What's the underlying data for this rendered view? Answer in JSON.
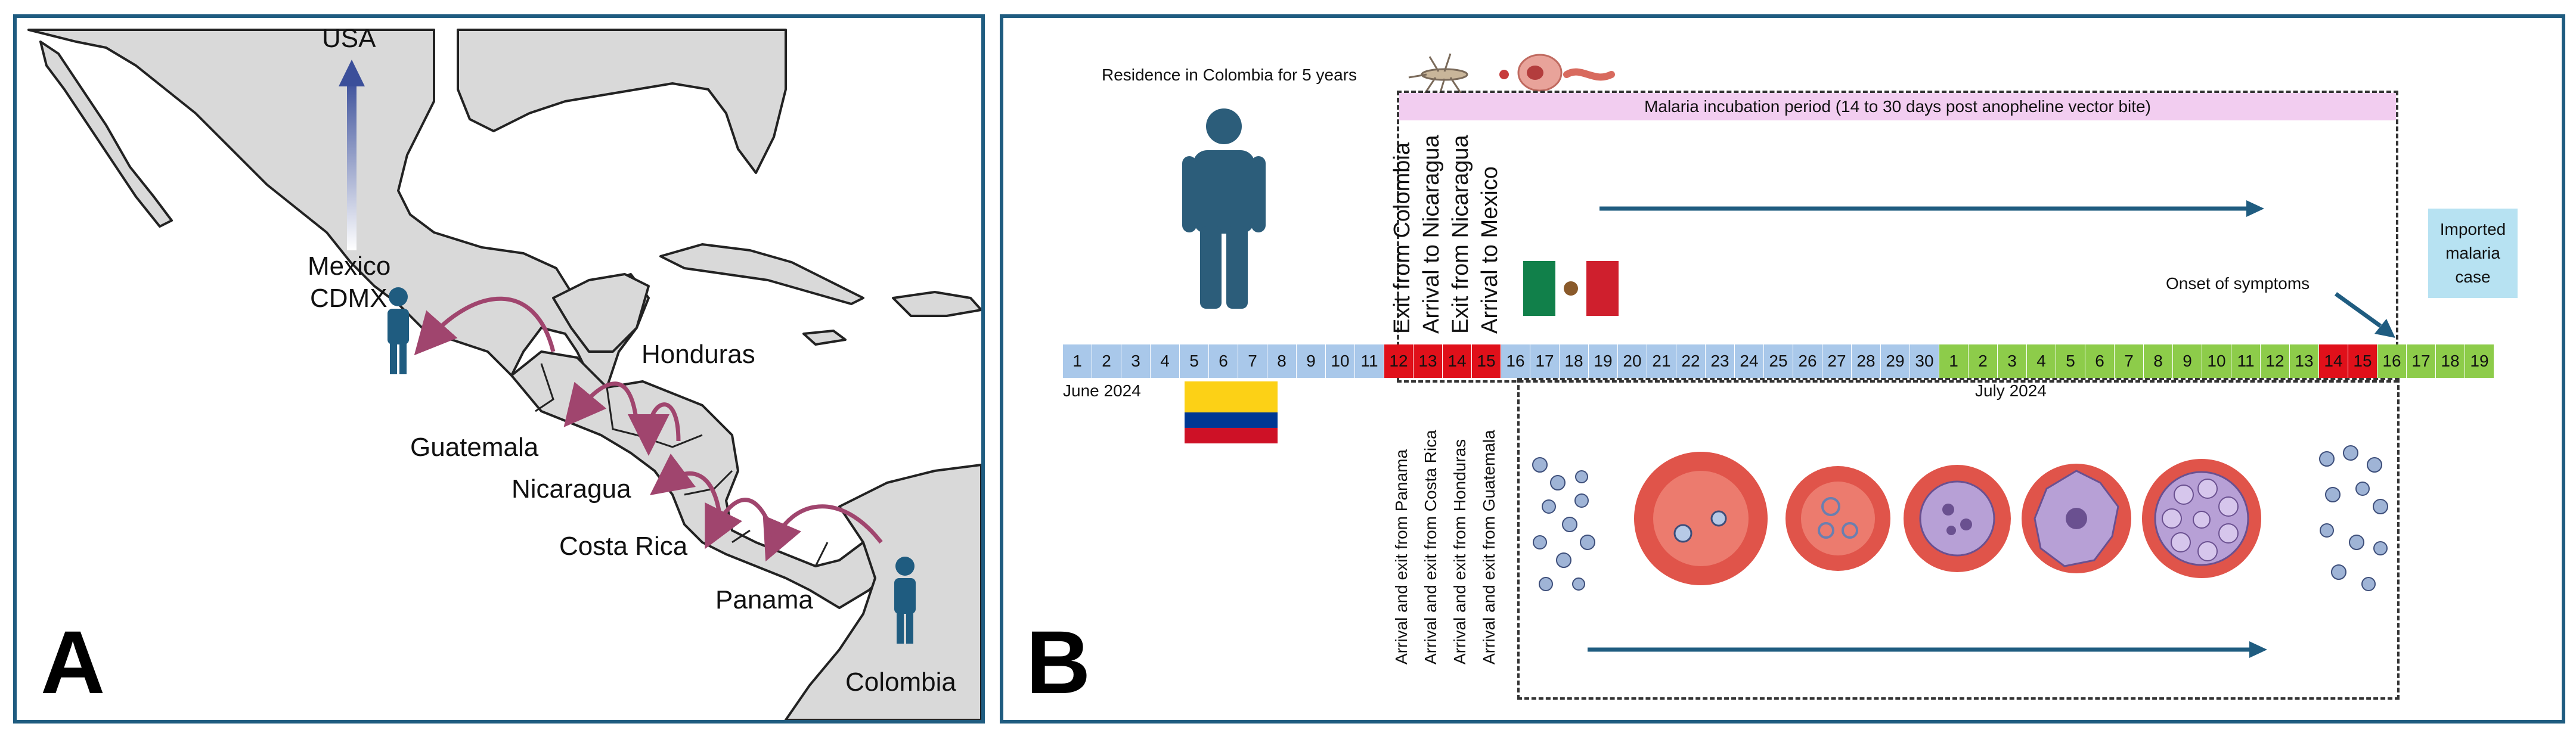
{
  "panel_a": {
    "letter": "A",
    "labels": {
      "usa": "USA",
      "mexico": "Mexico",
      "cdmx": "CDMX",
      "honduras": "Honduras",
      "guatemala": "Guatemala",
      "nicaragua": "Nicaragua",
      "costa_rica": "Costa Rica",
      "panama": "Panama",
      "colombia": "Colombia"
    }
  },
  "panel_b": {
    "letter": "B",
    "residence": "Residence in Colombia for 5 years",
    "incubation": "Malaria incubation period (14 to 30 days post anopheline vector bite)",
    "imported": [
      "Imported",
      "malaria",
      "case"
    ],
    "onset": "Onset of symptoms",
    "june_label": "June 2024",
    "july_label": "July 2024",
    "june_days": [
      "1",
      "2",
      "3",
      "4",
      "5",
      "6",
      "7",
      "8",
      "9",
      "10",
      "11",
      "12",
      "13",
      "14",
      "15",
      "16",
      "17",
      "18",
      "19",
      "20",
      "21",
      "22",
      "23",
      "24",
      "25",
      "26",
      "27",
      "28",
      "29",
      "30"
    ],
    "july_days": [
      "1",
      "2",
      "3",
      "4",
      "5",
      "6",
      "7",
      "8",
      "9",
      "10",
      "11",
      "12",
      "13",
      "14",
      "15",
      "16",
      "17",
      "18",
      "19"
    ],
    "events_top": [
      "Exit from Colombia",
      "Arrival to Nicaragua",
      "Exit from Nicaragua",
      "Arrival to Mexico"
    ],
    "events_bottom": [
      "Arrival and exit from Panama",
      "Arrival and exit from Costa Rica",
      "Arrival and exit from Honduras",
      "Arrival and exit from Guatemala"
    ],
    "colors": {
      "blue": "#a9c8ea",
      "red": "#e0101a",
      "green": "#8dcc4a",
      "teal": "#1f5c80",
      "pink": "#f2cdf0"
    }
  }
}
